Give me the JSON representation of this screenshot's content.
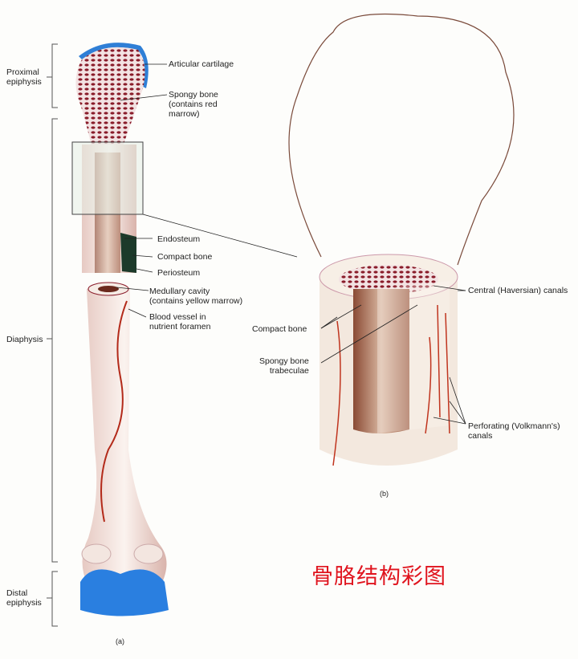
{
  "panel_a": {
    "caption": "(a)",
    "regions": {
      "proximal_epiphysis": "Proximal\nepiphysis",
      "diaphysis": "Diaphysis",
      "distal_epiphysis": "Distal\nepiphysis"
    },
    "labels": {
      "articular_cartilage": "Articular cartilage",
      "spongy_bone": "Spongy bone\n(contains red\nmarrow)",
      "endosteum": "Endosteum",
      "compact_bone": "Compact bone",
      "periosteum": "Periosteum",
      "medullary_cavity": "Medullary cavity\n(contains yellow marrow)",
      "blood_vessel": "Blood vessel in\nnutrient foramen"
    }
  },
  "panel_b": {
    "caption": "(b)",
    "labels": {
      "central_canals": "Central (Haversian) canals",
      "compact_bone": "Compact bone",
      "spongy_trabeculae": "Spongy bone\ntrabeculae",
      "perforating_canals": "Perforating (Volkmann's)\ncanals"
    }
  },
  "title": "骨胳结构彩图",
  "colors": {
    "cartilage": "#2f7fd6",
    "marrow": "#8a1c2a",
    "bone": "#f2e6dc",
    "title": "#e0141e"
  }
}
